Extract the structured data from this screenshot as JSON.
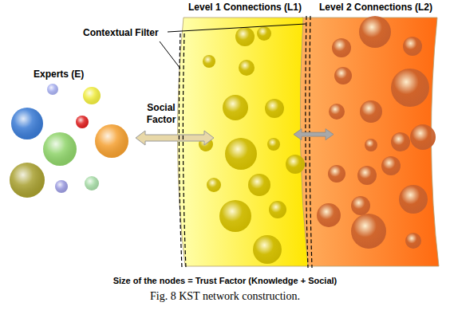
{
  "diagram": {
    "caption": "Fig. 8 KST network construction.",
    "nodes": [
      {
        "text": [
          "Level 1 Connections (L1)"
        ]
      },
      {
        "text": [
          "Level 2 Connections (L2)"
        ]
      }
    ],
    "edges": [
      {
        "from": 0,
        "to": 1,
        "arrow": "both"
      }
    ],
    "labels": [
      "Experts (E)",
      "Contextual Filter",
      "Social Factor",
      "Size of the nodes = Trust Factor (Knowledge + Social)"
    ]
  }
}
